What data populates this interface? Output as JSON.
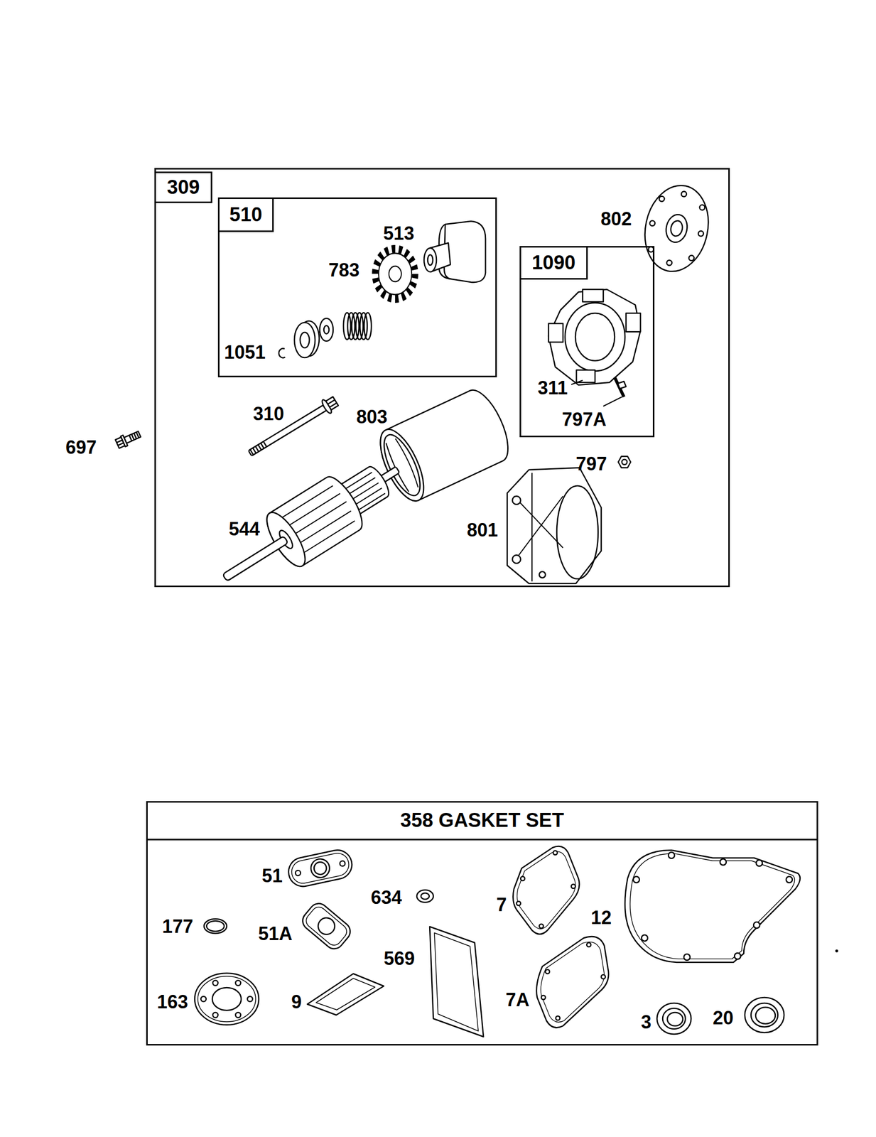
{
  "diagram": {
    "nodes": [
      {
        "text": [
          "309"
        ]
      },
      {
        "text": [
          "510"
        ],
        "in": 0
      },
      {
        "text": [
          "1090"
        ],
        "in": 0
      },
      {
        "text": [
          "358 GASKET SET"
        ]
      }
    ],
    "labels": [
      "802",
      "513",
      "783",
      "1051",
      "310",
      "803",
      "311",
      "797A",
      "697",
      "797",
      "544",
      "801",
      "51",
      "634",
      "7",
      "12",
      "177",
      "51A",
      "569",
      "163",
      "9",
      "7A",
      "3",
      "20"
    ]
  }
}
